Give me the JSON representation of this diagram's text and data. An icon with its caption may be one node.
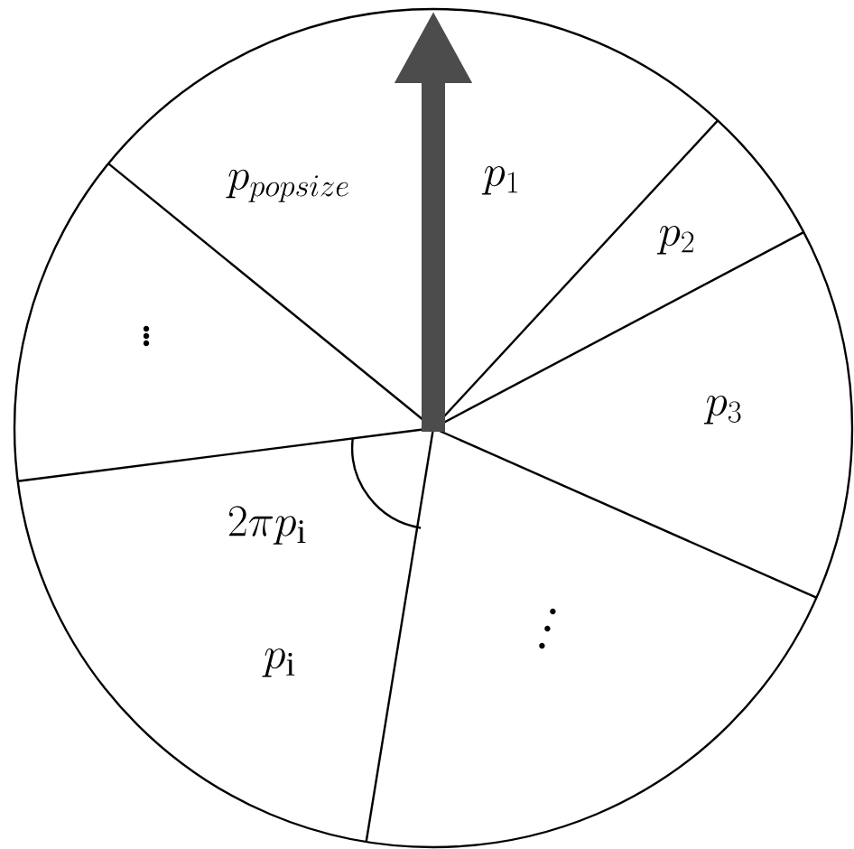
{
  "diagram": {
    "labels": [
      "p_{popsize}",
      "p_1",
      "\\vdots",
      "p_2",
      "p_3",
      "2\\pi p_\\mathrm{i}",
      "p_\\mathrm{i}",
      "\\rotatebox{90}{$\\ddots$}"
    ]
  }
}
